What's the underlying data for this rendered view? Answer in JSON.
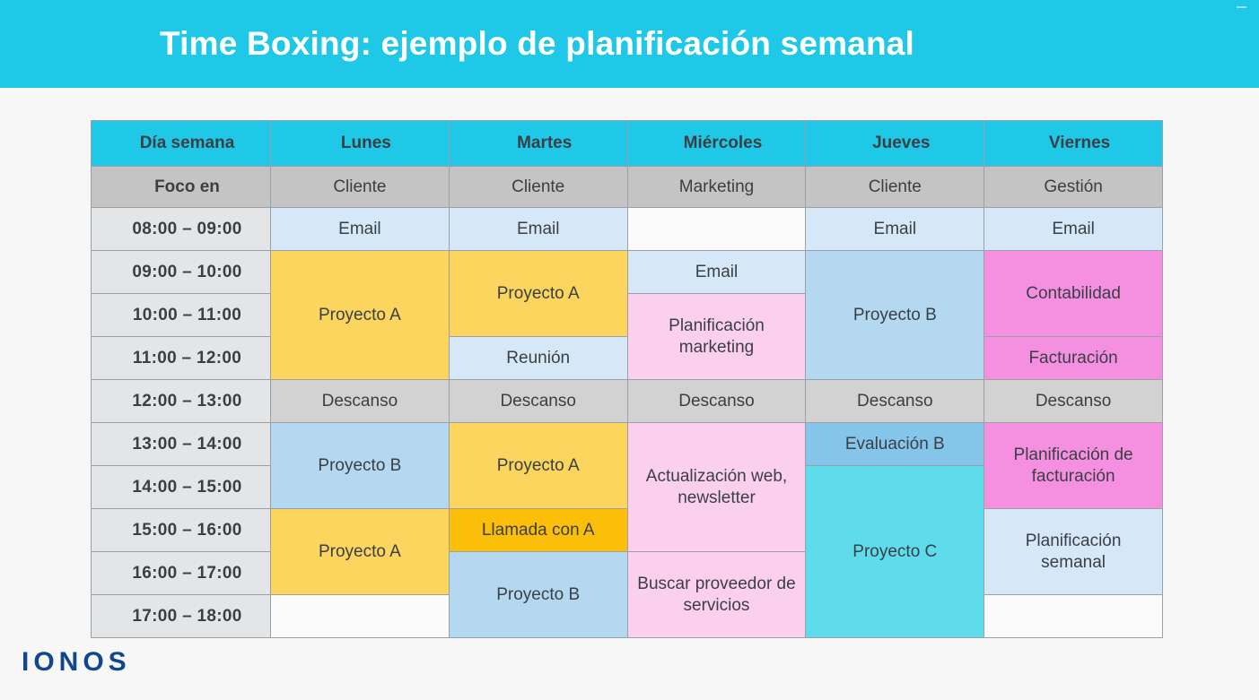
{
  "banner": {
    "title": "Time Boxing: ejemplo de planificación semanal",
    "background_color": "#1ec8e6",
    "text_color": "#ffffff"
  },
  "logo": {
    "text": "IONOS",
    "color": "#12468f"
  },
  "table": {
    "header": {
      "corner_label": "Día semana",
      "days": [
        "Lunes",
        "Martes",
        "Miércoles",
        "Jueves",
        "Viernes"
      ]
    },
    "focus_row": {
      "label": "Foco en",
      "values": [
        "Cliente",
        "Cliente",
        "Marketing",
        "Cliente",
        "Gestión"
      ]
    },
    "time_slots": [
      "08:00 – 09:00",
      "09:00 – 10:00",
      "10:00 – 11:00",
      "11:00 – 12:00",
      "12:00 – 13:00",
      "13:00 – 14:00",
      "14:00 – 15:00",
      "15:00 – 16:00",
      "16:00 – 17:00",
      "17:00 – 18:00"
    ],
    "entries": {
      "lunes": [
        {
          "label": "Email",
          "start": "08:00 – 09:00",
          "span": 1,
          "color": "#d6e7f7"
        },
        {
          "label": "Proyecto A",
          "start": "09:00 – 10:00",
          "span": 3,
          "color": "#fbd55e"
        },
        {
          "label": "Descanso",
          "start": "12:00 – 13:00",
          "span": 1,
          "color": "#d2d2d2"
        },
        {
          "label": "Proyecto B",
          "start": "13:00 – 14:00",
          "span": 2,
          "color": "#b3d8f0"
        },
        {
          "label": "Proyecto A",
          "start": "15:00 – 16:00",
          "span": 2,
          "color": "#fbd55e"
        },
        {
          "label": "",
          "start": "17:00 – 18:00",
          "span": 1,
          "color": "#fbfbfb"
        }
      ],
      "martes": [
        {
          "label": "Email",
          "start": "08:00 – 09:00",
          "span": 1,
          "color": "#d6e7f7"
        },
        {
          "label": "Proyecto A",
          "start": "09:00 – 10:00",
          "span": 2,
          "color": "#fbd55e"
        },
        {
          "label": "Reunión",
          "start": "11:00 – 12:00",
          "span": 1,
          "color": "#d6e7f7"
        },
        {
          "label": "Descanso",
          "start": "12:00 – 13:00",
          "span": 1,
          "color": "#d2d2d2"
        },
        {
          "label": "Proyecto A",
          "start": "13:00 – 14:00",
          "span": 2,
          "color": "#fbd55e"
        },
        {
          "label": "Llamada con A",
          "start": "15:00 – 16:00",
          "span": 1,
          "color": "#fbbf09"
        },
        {
          "label": "Proyecto B",
          "start": "16:00 – 17:00",
          "span": 2,
          "color": "#b3d8f0"
        }
      ],
      "miercoles": [
        {
          "label": "",
          "start": "08:00 – 09:00",
          "span": 1,
          "color": "#fbfbfb"
        },
        {
          "label": "Email",
          "start": "09:00 – 10:00",
          "span": 1,
          "color": "#d6e7f7"
        },
        {
          "label": "Planificación marketing",
          "start": "10:00 – 11:00",
          "span": 2,
          "color": "#fbd0ef"
        },
        {
          "label": "Descanso",
          "start": "12:00 – 13:00",
          "span": 1,
          "color": "#d2d2d2"
        },
        {
          "label": "Actualización web, newsletter",
          "start": "13:00 – 14:00",
          "span": 3,
          "color": "#fbd0ef"
        },
        {
          "label": "Buscar proveedor de servicios",
          "start": "16:00 – 17:00",
          "span": 2,
          "color": "#fbd0ef"
        }
      ],
      "jueves": [
        {
          "label": "Email",
          "start": "08:00 – 09:00",
          "span": 1,
          "color": "#d6e7f7"
        },
        {
          "label": "Proyecto B",
          "start": "09:00 – 10:00",
          "span": 3,
          "color": "#b3d8f0"
        },
        {
          "label": "Descanso",
          "start": "12:00 – 13:00",
          "span": 1,
          "color": "#d2d2d2"
        },
        {
          "label": "Evaluación B",
          "start": "13:00 – 14:00",
          "span": 1,
          "color": "#86c5ea"
        },
        {
          "label": "Proyecto C",
          "start": "14:00 – 15:00",
          "span": 4,
          "color": "#5fdcec"
        }
      ],
      "viernes": [
        {
          "label": "Email",
          "start": "08:00 – 09:00",
          "span": 1,
          "color": "#d6e7f7"
        },
        {
          "label": "Contabilidad",
          "start": "09:00 – 10:00",
          "span": 2,
          "color": "#f58fdf"
        },
        {
          "label": "Facturación",
          "start": "11:00 – 12:00",
          "span": 1,
          "color": "#f58fdf"
        },
        {
          "label": "Descanso",
          "start": "12:00 – 13:00",
          "span": 1,
          "color": "#d2d2d2"
        },
        {
          "label": "Planificación de facturación",
          "start": "13:00 – 14:00",
          "span": 2,
          "color": "#f58fdf"
        },
        {
          "label": "Planificación semanal",
          "start": "15:00 – 16:00",
          "span": 2,
          "color": "#d6e7f7"
        },
        {
          "label": "",
          "start": "17:00 – 18:00",
          "span": 1,
          "color": "#fbfbfb"
        }
      ]
    }
  }
}
